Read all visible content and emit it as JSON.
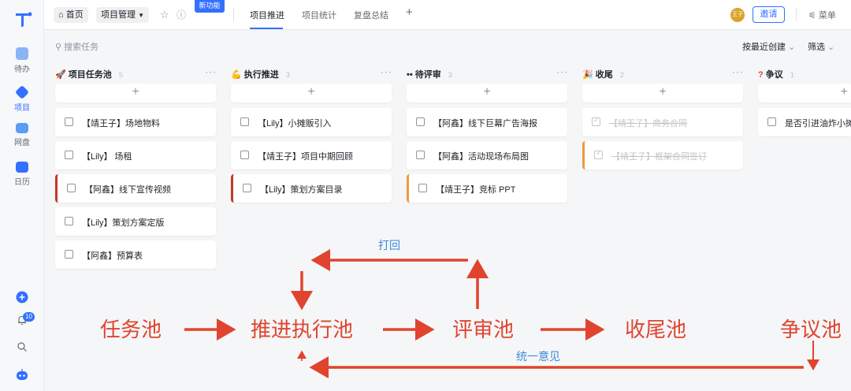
{
  "sidebar": {
    "items": [
      {
        "label": "待办",
        "icon": "todo-icon"
      },
      {
        "label": "项目",
        "icon": "project-icon"
      },
      {
        "label": "网盘",
        "icon": "folder-icon"
      },
      {
        "label": "日历",
        "icon": "calendar-icon"
      }
    ],
    "notification_count": "10"
  },
  "topbar": {
    "home_label": "首页",
    "project_menu_label": "项目管理",
    "new_feature_badge": "新功能",
    "tabs": [
      "项目推进",
      "项目统计",
      "复盘总结"
    ],
    "add_tab_label": "+",
    "avatar_text": "王子",
    "invite_label": "邀请",
    "menu_label": "菜单"
  },
  "toolbar": {
    "search_placeholder": "搜索任务",
    "sort_label": "按最近创建",
    "filter_label": "筛选"
  },
  "columns": [
    {
      "emoji": "🚀",
      "title": "项目任务池",
      "count": "5",
      "cards": [
        {
          "text": "【靖王子】场地物料",
          "bar": "",
          "done": false
        },
        {
          "text": "【Lily】 场租",
          "bar": "",
          "done": false
        },
        {
          "text": "【阿鑫】线下宣传视频",
          "bar": "red",
          "done": false
        },
        {
          "text": "【Lily】策划方案定版",
          "bar": "",
          "done": false
        },
        {
          "text": "【阿鑫】预算表",
          "bar": "",
          "done": false
        }
      ]
    },
    {
      "emoji": "💪",
      "title": "执行推进",
      "count": "3",
      "cards": [
        {
          "text": "【Lily】小摊贩引入",
          "bar": "",
          "done": false
        },
        {
          "text": "【靖王子】项目中期回顾",
          "bar": "",
          "done": false
        },
        {
          "text": "【Lily】策划方案目录",
          "bar": "red",
          "done": false
        }
      ]
    },
    {
      "emoji": "••",
      "title": "待评审",
      "count": "3",
      "cards": [
        {
          "text": "【阿鑫】线下巨幕广告海报",
          "bar": "",
          "done": false
        },
        {
          "text": "【阿鑫】活动现场布局图",
          "bar": "",
          "done": false
        },
        {
          "text": "【靖王子】竞标 PPT",
          "bar": "orange",
          "done": false
        }
      ]
    },
    {
      "emoji": "🎉",
      "title": "收尾",
      "count": "2",
      "cards": [
        {
          "text": "【靖王子】商务合同",
          "bar": "",
          "done": true
        },
        {
          "text": "【靖王子】框架合同签订",
          "bar": "orange",
          "done": true
        }
      ]
    },
    {
      "emoji": "?",
      "title": "争议",
      "count": "1",
      "cards": [
        {
          "text": "是否引进油炸小摊贩",
          "bar": "",
          "done": false
        }
      ]
    }
  ],
  "annotations": {
    "stage1": "任务池",
    "stage2": "推进执行池",
    "stage3": "评审池",
    "stage4": "收尾池",
    "stage5": "争议池",
    "reject_label": "打回",
    "unify_label": "统一意见",
    "color": "#e0442f"
  }
}
